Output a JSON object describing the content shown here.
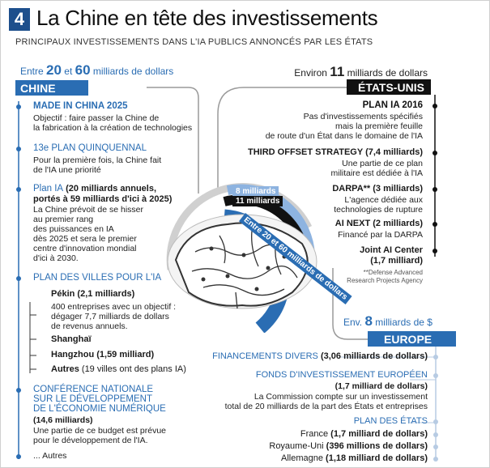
{
  "header": {
    "number": "4",
    "title": "La Chine en tête des investissements",
    "subtitle": "PRINCIPAUX INVESTISSEMENTS DANS L'IA PUBLICS ANNONCÉS PAR LES ÉTATS"
  },
  "chine": {
    "amount_prefix": "Entre",
    "amount_a": "20",
    "amount_mid": "et",
    "amount_b": "60",
    "amount_suffix": "milliards de dollars",
    "label": "CHINE",
    "items": [
      {
        "title": "MADE IN CHINA 2025",
        "text": [
          "Objectif : faire passer la Chine de",
          "la fabrication à la création de technologies"
        ]
      },
      {
        "title": "13e PLAN QUINQUENNAL",
        "text": [
          "Pour la première fois, la Chine fait",
          "de l'IA une priorité"
        ]
      },
      {
        "title": "Plan IA",
        "title_extra": " (20 milliards annuels,",
        "title_extra2": "portés à 59 milliards d'ici à 2025)",
        "text": [
          "La Chine prévoit de se hisser",
          "au premier rang",
          "des puissances en IA",
          "dès 2025 et sera le premier",
          "centre d'innovation mondial",
          "d'ici à 2030."
        ]
      },
      {
        "title": "PLAN DES VILLES POUR L'IA"
      },
      {
        "title": "CONFÉRENCE NATIONALE",
        "title2": "SUR LE DÉVELOPPEMENT",
        "title3": "DE L'ÉCONOMIE NUMÉRIQUE",
        "amount": "(14,6 milliards)",
        "text": [
          "Une partie de ce budget est prévue",
          "pour le développement de l'IA."
        ]
      }
    ],
    "cities": [
      {
        "name": "Pékin",
        "amount": " (2,1 milliards)",
        "text": [
          "400 entreprises avec un objectif :",
          "dégager 7,7 milliards de dollars",
          "de revenus annuels."
        ]
      },
      {
        "name": "Shanghaï",
        "amount": ""
      },
      {
        "name": "Hangzhou",
        "amount": " (1,59 milliard)"
      },
      {
        "name": "Autres",
        "amount": " (19 villes ont des plans IA)"
      }
    ],
    "others": "... Autres"
  },
  "usa": {
    "amount_prefix": "Environ",
    "amount_value": "11",
    "amount_suffix": "milliards de dollars",
    "label": "ÉTATS-UNIS",
    "items": [
      {
        "title": "PLAN IA 2016",
        "text": [
          "Pas d'investissements spécifiés",
          "mais la première feuille",
          "de route d'un État dans le domaine de l'IA"
        ]
      },
      {
        "title": "THIRD OFFSET STRATEGY",
        "extra": " (7,4 milliards)",
        "text": [
          "Une partie de ce plan",
          "militaire est dédiée à l'IA"
        ]
      },
      {
        "title": "DARPA**",
        "extra": " (3 milliards)",
        "text": [
          "L'agence dédiée aux",
          "technologies de rupture"
        ]
      },
      {
        "title": "AI NEXT",
        "extra": " (2 milliards)",
        "text": [
          "Financé par la DARPA"
        ]
      },
      {
        "title": "Joint AI Center",
        "extra": "(1,7 milliard)",
        "text": []
      }
    ],
    "footnote": [
      "**Defense Advanced",
      "Research Projects Agency"
    ]
  },
  "europe": {
    "amount_prefix": "Env.",
    "amount_value": "8",
    "amount_suffix": "milliards de $",
    "label": "EUROPE",
    "financements_title": "FINANCEMENTS DIVERS",
    "financements_amount": " (3,06 milliards de dollars)",
    "fonds_title": "FONDS D'INVESTISSEMENT EUROPÉEN",
    "fonds_amount": "(1,7 milliard de dollars)",
    "fonds_text": [
      "La Commission compte sur un investissement",
      "total de 20 milliards de la part des États et entreprises"
    ],
    "plans_title": "PLAN DES ÉTATS",
    "plans": [
      {
        "country": "France",
        "amount": " (1,7 milliard de dollars)"
      },
      {
        "country": "Royaume-Uni",
        "amount": " (396 millions de dollars)"
      },
      {
        "country": "Allemagne",
        "amount": " (1,18 milliard de dollars)"
      }
    ]
  },
  "rings": {
    "eu": "8 milliards",
    "us": "11 milliards",
    "cn": "Entre 20 et 60 milliards de dollars"
  },
  "colors": {
    "blue": "#2a6db3",
    "navy": "#1d4f8c",
    "black": "#111111",
    "light_blue": "#8db3e0",
    "grey": "#d0d0d0"
  }
}
